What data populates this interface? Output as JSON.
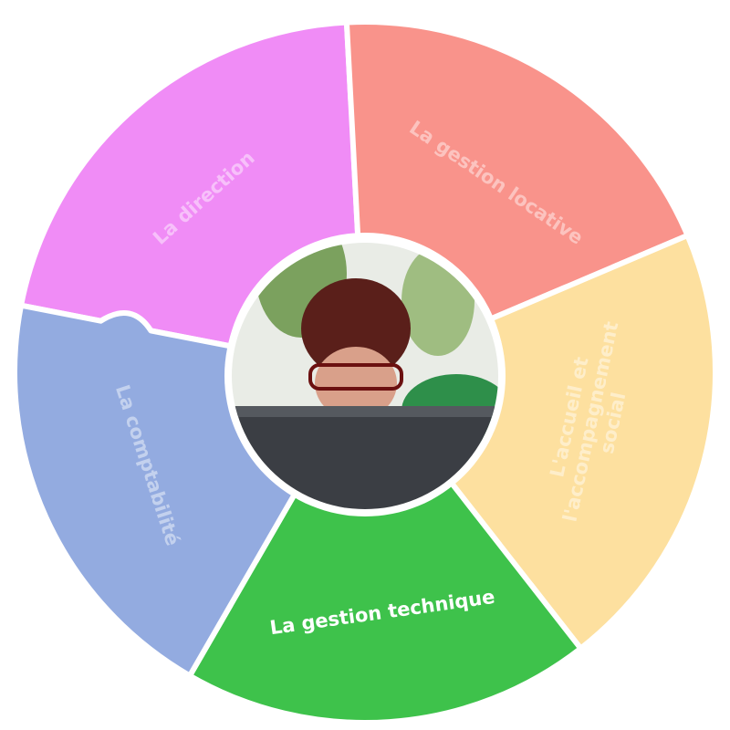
{
  "diagram": {
    "segments": [
      {
        "id": "direction",
        "label_lines": [
          "La direction"
        ],
        "color": "#f08cf6",
        "active": false
      },
      {
        "id": "gestion-locative",
        "label_lines": [
          "La gestion locative"
        ],
        "color": "#f9938b",
        "active": false
      },
      {
        "id": "accueil",
        "label_lines": [
          "L'accueil et",
          "l'accompagnement",
          "social"
        ],
        "color": "#fde09f",
        "active": false
      },
      {
        "id": "gestion-technique",
        "label_lines": [
          "La gestion technique"
        ],
        "color": "#3ec24b",
        "active": true
      },
      {
        "id": "comptabilite",
        "label_lines": [
          "La comptabilité"
        ],
        "color": "#93abe0",
        "active": false
      }
    ]
  }
}
